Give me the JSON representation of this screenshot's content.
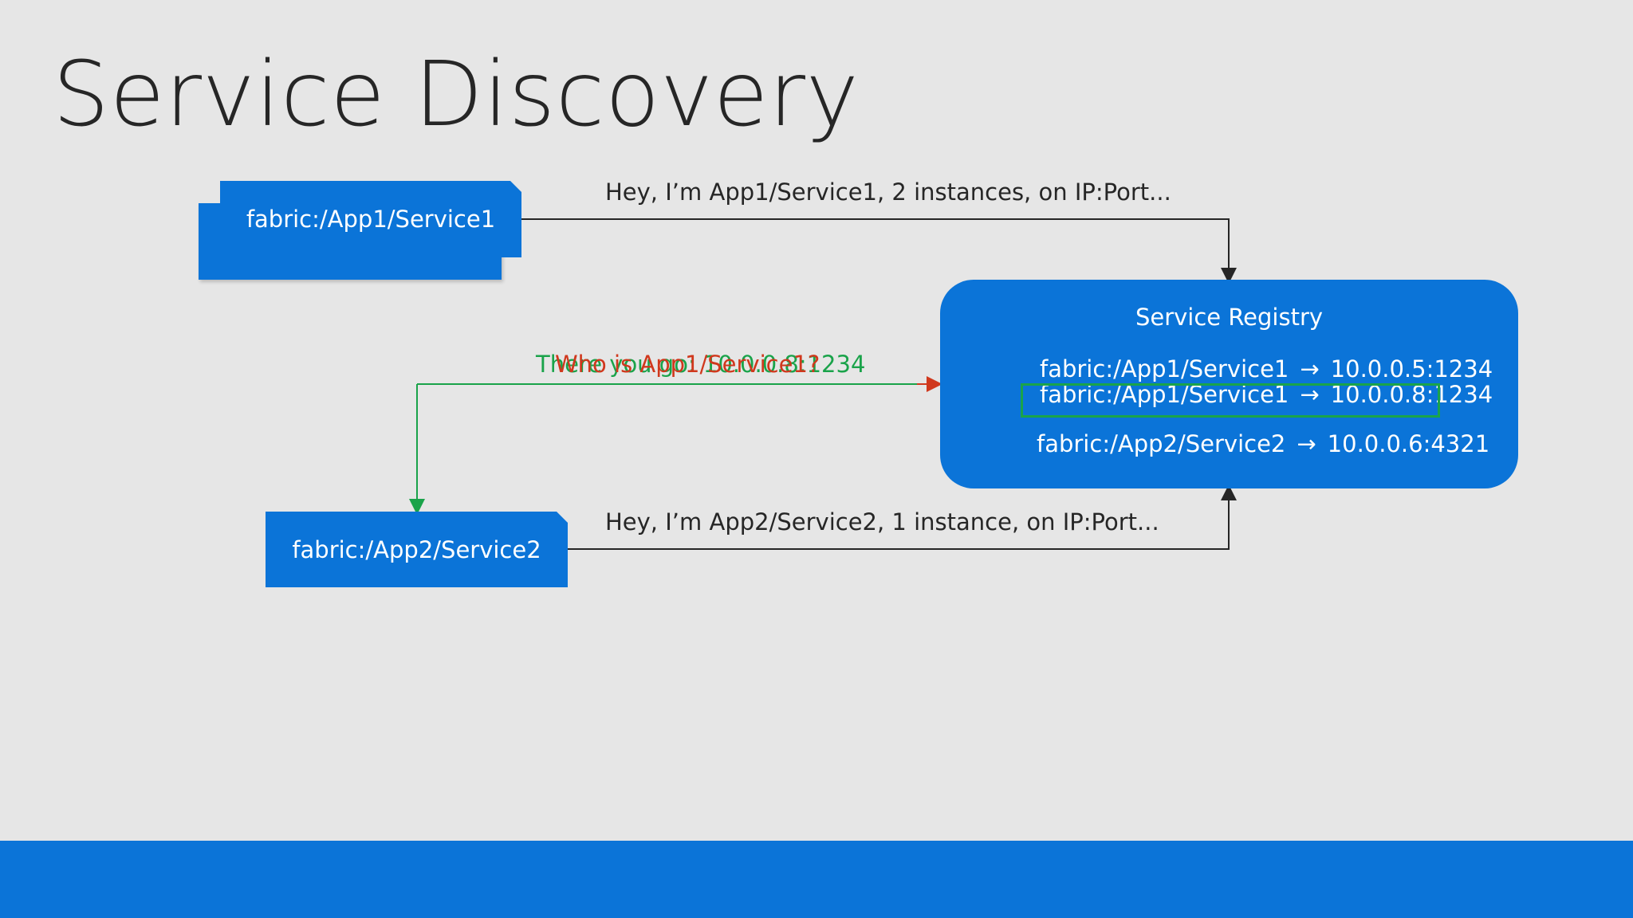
{
  "slide": {
    "title": "Service Discovery"
  },
  "services": {
    "app1_service1": "fabric:/App1/Service1",
    "app2_service2": "fabric:/App2/Service2"
  },
  "messages": {
    "app1_register": "Hey, I’m App1/Service1, 2 instances, on IP:Port...",
    "app2_register": "Hey, I’m App2/Service2, 1 instance, on IP:Port...",
    "query": "Who is App1/Service1?",
    "answer": "There you go: 10.0.0.8:1234"
  },
  "registry": {
    "title": "Service Registry",
    "arrow_glyph": "→",
    "entries": [
      {
        "name": "fabric:/App1/Service1",
        "address": "10.0.0.5:1234"
      },
      {
        "name": "fabric:/App1/Service1",
        "address": "10.0.0.8:1234"
      },
      {
        "name": "fabric:/App2/Service2",
        "address": "10.0.0.6:4321"
      }
    ]
  },
  "colors": {
    "accent_blue": "#0b74d8",
    "background": "#e6e6e6",
    "query_red": "#d0381d",
    "answer_green": "#1aa34a",
    "text_dark": "#262626"
  }
}
